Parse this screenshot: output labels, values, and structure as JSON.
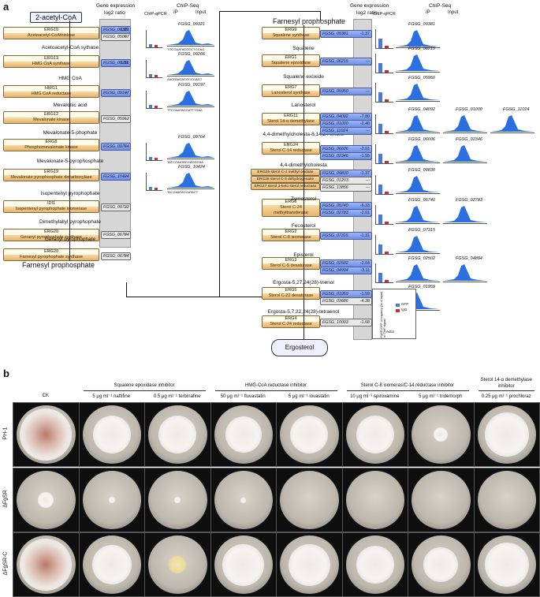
{
  "panel_a": {
    "letter": "a",
    "start": "2-acetyl-CoA",
    "hdr_gene_expression": "Gene expression",
    "hdr_log2": "log2 ratio",
    "hdr_chip_qpcr": "ChIP-qPCR",
    "hdr_chip_seq": "ChIP-Seq",
    "hdr_ip": "IP",
    "hdr_input": "Input",
    "left_metabolites": [
      "Acetoacetyl-CoA sythase",
      "HMG CoA",
      "Mevalonic acid",
      "Mevalonate-5-phophate",
      "Mevalonate-5-pyrophosphate",
      "Isopentenyl pyrophophate",
      "Dimethylallyl pyrophophate",
      "Geranyl pyrophophate"
    ],
    "left_end": "Farnesyl prophosphate",
    "left_enzymes": [
      {
        "n": "ERG10",
        "d": "Acetoacetyl-CoAthiolase"
      },
      {
        "n": "ERG13",
        "d": "HMG CoA synthase"
      },
      {
        "n": "HMG1",
        "d": "HMG CoA reductase"
      },
      {
        "n": "ERG12",
        "d": "Mevalonate kinase"
      },
      {
        "n": "ERG8",
        "d": "Phosphomevalonate kinase"
      },
      {
        "n": "ERG19",
        "d": "Mevalonate pyrophosphate decarboxylase"
      },
      {
        "n": "IDI1",
        "d": "Isopentenyl pyrophophate isomerase"
      },
      {
        "n": "ERG20",
        "d": "Geranyl pyrophophate synthase"
      },
      {
        "n": "ERG20",
        "d": "Farnesyl pyrophophate synthase"
      }
    ],
    "left_genes": [
      {
        "id": "FGSG_09321",
        "v": "-1.89",
        "c": "blue"
      },
      {
        "id": "FGSG_05087",
        "v": "---",
        "c": "gray"
      },
      {
        "id": "FGSG_09266",
        "v": "-1.31",
        "c": "blue"
      },
      {
        "id": "FGSG_09197",
        "v": "---",
        "c": "blue"
      },
      {
        "id": "FGSG_05912",
        "v": "---",
        "c": "gray"
      },
      {
        "id": "FGSG_09764",
        "v": "---",
        "c": "blue"
      },
      {
        "id": "FGSG_10424",
        "v": "---",
        "c": "blue"
      },
      {
        "id": "FGSG_09722",
        "v": "---",
        "c": "gray"
      },
      {
        "id": "FGSG_06784",
        "v": "---",
        "c": "gray"
      },
      {
        "id": "FGSG_06784",
        "v": "---",
        "c": "gray"
      }
    ],
    "left_chip_labels": [
      "FGSG_09321",
      "FGSG_09266",
      "FGSG_09197",
      "FGSG_09764",
      "FGSG_10424"
    ],
    "left_motifs": [
      "TGCGAATACGCCTGCAG",
      "AACGAATACGCCGAGT",
      "TTCGAATACGATTTCAA",
      "TATCGAATACGACGGAA",
      "TACGAATACGATACT"
    ],
    "right_start": "Farnesyl prophosphate",
    "right_metabolites": [
      "Squalene",
      "Squalene exoxide",
      "Lanosterol",
      "4,4-dimethylcholesta-8,14,24-trienol",
      "4,4-dimethylcholesta",
      "Zymosterol",
      "Fecosterol",
      "Episterol",
      "Ergosta-5,27,24(28)-trienol",
      "Ergosta-5,7,22,24(28)-tetraenol"
    ],
    "right_end": "Ergosterol",
    "right_enzymes": [
      {
        "n": "ERG9",
        "d": "Squalene synthase"
      },
      {
        "n": "ERG1",
        "d": "Squalene epoxidase"
      },
      {
        "n": "ERG7",
        "d": "Lanosterol synthase"
      },
      {
        "n": "ERG11",
        "d": "Sterol 14-α demethylase"
      },
      {
        "n": "ERG24",
        "d": "Sterol C-14 reductase"
      },
      {
        "n": "ERG6",
        "d": "Sterol C-24 methyltransferase"
      },
      {
        "n": "ERG2",
        "d": "Sterol C-8 isomerase"
      },
      {
        "n": "ERG3",
        "d": "Sterol C-5 desaturase"
      },
      {
        "n": "ERG5",
        "d": "Sterol C-22 desaturase"
      },
      {
        "n": "ERG4",
        "d": "Sterol C-24 reductase"
      }
    ],
    "erg25_27": [
      "ERG25 sterol C-4 methyl oxidase",
      "ERG26 sterol C-3 dehydrogenase",
      "ERG27 sterol 3-keto sterol reductase"
    ],
    "right_genes": [
      {
        "id": "FGSG_09381",
        "v": "-1.37",
        "c": "blue"
      },
      {
        "id": "FGSG_06215",
        "v": "---",
        "c": "blue"
      },
      {
        "id": "FGSG_05950",
        "v": "---",
        "c": "blue"
      },
      {
        "id": "FGSG_04092",
        "v": "-7.80",
        "c": "blue"
      },
      {
        "id": "FGSG_01000",
        "v": "-2.40",
        "c": "blue"
      },
      {
        "id": "FGSG_11024",
        "v": "---",
        "c": "blue"
      },
      {
        "id": "FGSG_06606",
        "v": "-2.01",
        "c": "blue"
      },
      {
        "id": "FGSG_02346",
        "v": "-1.55",
        "c": "blue"
      },
      {
        "id": "FGSG_09830",
        "v": "-1.37",
        "c": "blue"
      },
      {
        "id": "FGSG_01203",
        "v": "---",
        "c": "gray"
      },
      {
        "id": "FGSG_13856",
        "v": "---",
        "c": "gray"
      },
      {
        "id": "FGSG_05740",
        "v": "-6.33",
        "c": "blue"
      },
      {
        "id": "FGSG_02783",
        "v": "-2.01",
        "c": "blue"
      },
      {
        "id": "FGSG_07315",
        "v": "-1.31",
        "c": "blue"
      },
      {
        "id": "FGSG_02502",
        "v": "-2.04",
        "c": "blue"
      },
      {
        "id": "FGSG_04994",
        "v": "-3.11",
        "c": "blue"
      },
      {
        "id": "FGSG_01959",
        "v": "-1.59",
        "c": "blue"
      },
      {
        "id": "FGSG_03686",
        "v": "-4.28",
        "c": "gray"
      },
      {
        "id": "FGSG_10003",
        "v": "-1.68",
        "c": "gray"
      }
    ],
    "right_chip_labels": [
      "FGSG_09381",
      "FGSG_06215",
      "FGSG_05950",
      "FGSG_04092",
      "FGSG_01000",
      "FGSG_11024",
      "FGSG_06606",
      "FGSG_02346",
      "FGSG_09830",
      "FGSG_05740",
      "FGSG_02783",
      "FGSG_07315",
      "FGSG_02502",
      "FGSG_04894",
      "FGSG_01959"
    ],
    "legend": {
      "gfp": "GFP",
      "igg": "IgG",
      "actin": "Actin",
      "ylabel": "FgSR-GFP occupancy (% of input) of ChIP signal"
    }
  },
  "panel_b": {
    "letter": "b",
    "groups": [
      "Squalene epoxidase inhibitor",
      "HMG-CoA reductase inhibitor",
      "Sterol C-8 isomeras/C-14 reductase inhibitor",
      "Sterol 14-α demethylase inhibitor"
    ],
    "columns": [
      "CK",
      "5 μg ml⁻¹ naftifine",
      "0.5 μg ml⁻¹ terbinafine",
      "50 μg ml⁻¹ fluvastatin",
      "5 μg ml⁻¹ lovastatin",
      "10 μg ml⁻¹ spiroxamine",
      "5 μg ml⁻¹ tridemorph",
      "0.25 μg ml⁻¹ prochloraz"
    ],
    "rows": [
      "PH-1",
      "ΔFgSR",
      "ΔFgSR-C"
    ],
    "colony_size": [
      [
        1.0,
        0.72,
        0.72,
        0.7,
        0.72,
        0.72,
        0.28,
        0.85
      ],
      [
        0.3,
        0.12,
        0.12,
        0.1,
        0.0,
        0.0,
        0.0,
        0.0
      ],
      [
        1.0,
        0.75,
        0.33,
        0.8,
        0.8,
        0.72,
        0.66,
        0.85
      ]
    ]
  }
}
